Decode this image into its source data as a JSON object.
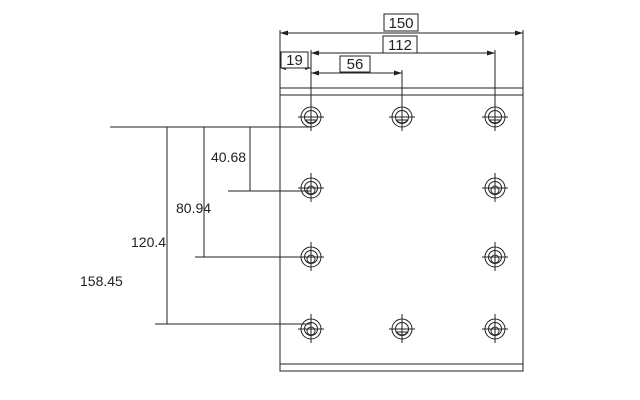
{
  "dimensions": {
    "top_width": "150",
    "hole_span": "112",
    "hole_pitch": "56",
    "edge_offset": "19",
    "row_offset_1": "40.68",
    "row_offset_2": "80.94",
    "row_offset_3": "120.4",
    "row_offset_4": "158.45"
  },
  "colors": {
    "line": "#222222",
    "background": "#ffffff"
  }
}
